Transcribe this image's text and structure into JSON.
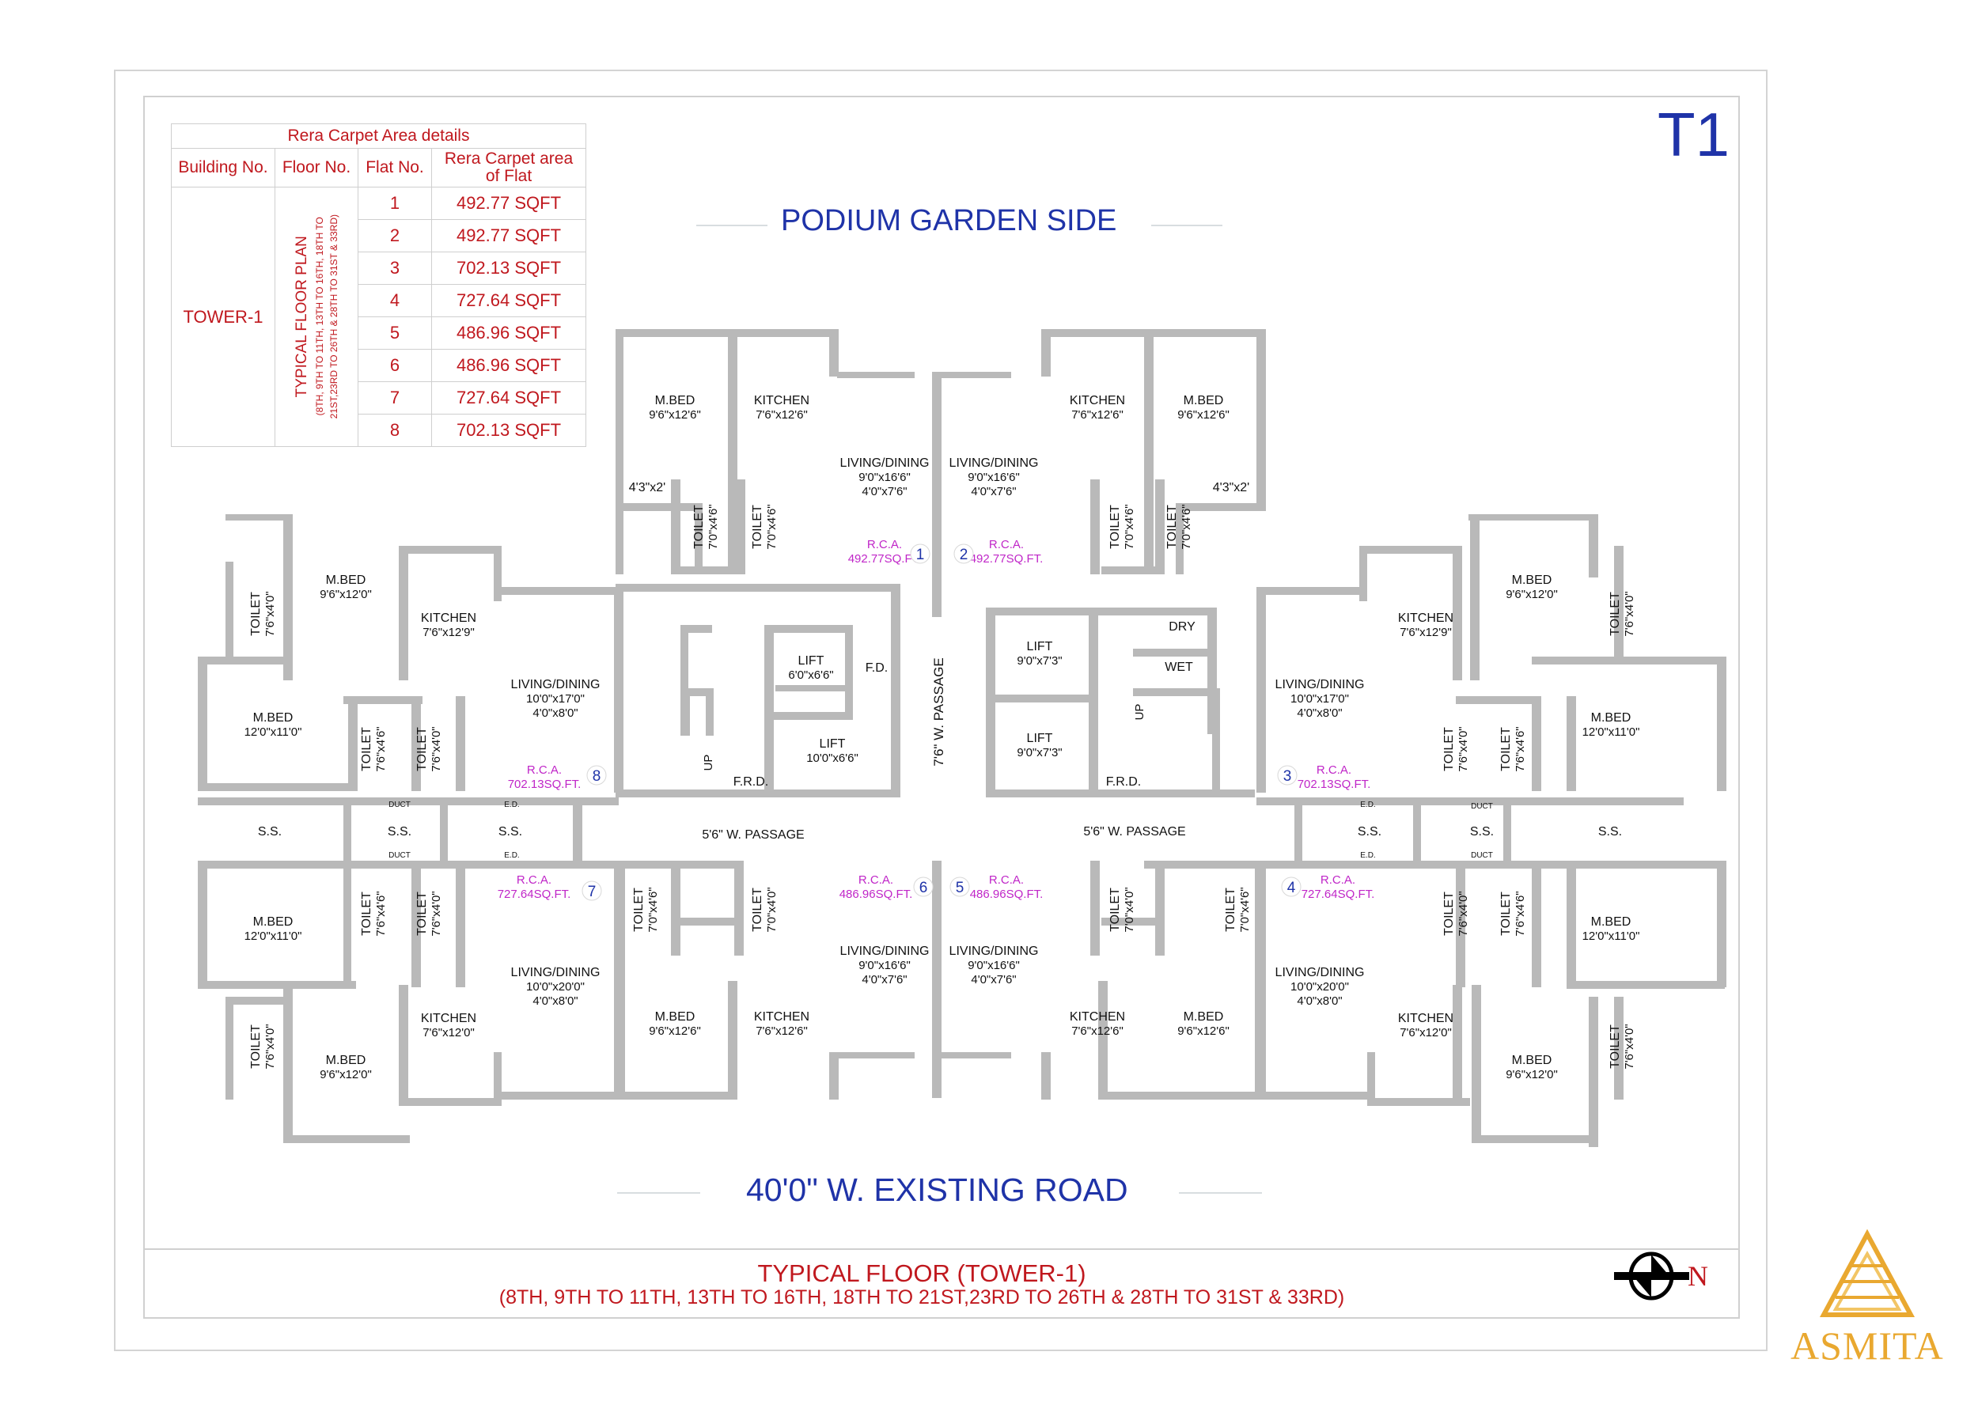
{
  "sheet_id": "T1",
  "top_label": "PODIUM GARDEN SIDE",
  "bottom_label": "40'0\" W. EXISTING ROAD",
  "table": {
    "caption": "Rera Carpet Area details",
    "headers": [
      "Building No.",
      "Floor No.",
      "Flat No.",
      "Rera Carpet area of Flat"
    ],
    "building": "TOWER-1",
    "floor_line1": "TYPICAL FLOOR PLAN",
    "floor_line2": "(8TH, 9TH TO 11TH, 13TH TO 16TH, 18TH TO",
    "floor_line3": "21ST,23RD TO 26TH & 28TH TO 31ST & 33RD)",
    "rows": [
      {
        "flat": "1",
        "area": "492.77 SQFT"
      },
      {
        "flat": "2",
        "area": "492.77 SQFT"
      },
      {
        "flat": "3",
        "area": "702.13 SQFT"
      },
      {
        "flat": "4",
        "area": "727.64 SQFT"
      },
      {
        "flat": "5",
        "area": "486.96 SQFT"
      },
      {
        "flat": "6",
        "area": "486.96 SQFT"
      },
      {
        "flat": "7",
        "area": "727.64 SQFT"
      },
      {
        "flat": "8",
        "area": "702.13 SQFT"
      }
    ]
  },
  "footer": {
    "title": "TYPICAL FLOOR (TOWER-1)",
    "subtitle": "(8TH, 9TH TO 11TH, 13TH TO 16TH, 18TH TO 21ST,23RD TO 26TH & 28TH TO 31ST & 33RD)"
  },
  "north_label": "N",
  "logo_text": "ASMITA",
  "colors": {
    "wall": "#b9b9b9",
    "blue_text": "#1f33a8",
    "red_text": "#c0181e",
    "rca_text": "#c026c8",
    "logo": "#e9a830"
  },
  "rooms": [
    {
      "id": "f1-mbed",
      "name": "M.BED",
      "dim": "9'6\"x12'6\""
    },
    {
      "id": "f1-kitchen",
      "name": "KITCHEN",
      "dim": "7'6\"x12'6\""
    },
    {
      "id": "f1-living",
      "name": "LIVING/DINING",
      "dim": "9'0\"x16'6\"",
      "dim2": "4'0\"x7'6\""
    },
    {
      "id": "f1-bal",
      "name": "4'3\"x2'"
    },
    {
      "id": "f2-kitchen",
      "name": "KITCHEN",
      "dim": "7'6\"x12'6\""
    },
    {
      "id": "f2-mbed",
      "name": "M.BED",
      "dim": "9'6\"x12'6\""
    },
    {
      "id": "f2-living",
      "name": "LIVING/DINING",
      "dim": "9'0\"x16'6\"",
      "dim2": "4'0\"x7'6\""
    },
    {
      "id": "f2-bal",
      "name": "4'3\"x2'"
    },
    {
      "id": "f8-mbed1",
      "name": "M.BED",
      "dim": "9'6\"x12'0\""
    },
    {
      "id": "f8-kitchen",
      "name": "KITCHEN",
      "dim": "7'6\"x12'9\""
    },
    {
      "id": "f8-living",
      "name": "LIVING/DINING",
      "dim": "10'0\"x17'0\"",
      "dim2": "4'0\"x8'0\""
    },
    {
      "id": "f8-mbed2",
      "name": "M.BED",
      "dim": "12'0\"x11'0\""
    },
    {
      "id": "f3-kitchen",
      "name": "KITCHEN",
      "dim": "7'6\"x12'9\""
    },
    {
      "id": "f3-mbed1",
      "name": "M.BED",
      "dim": "9'6\"x12'0\""
    },
    {
      "id": "f3-living",
      "name": "LIVING/DINING",
      "dim": "10'0\"x17'0\"",
      "dim2": "4'0\"x8'0\""
    },
    {
      "id": "f3-mbed2",
      "name": "M.BED",
      "dim": "12'0\"x11'0\""
    },
    {
      "id": "lift1",
      "name": "LIFT",
      "dim": "6'0\"x6'6\""
    },
    {
      "id": "fd",
      "name": "F.D."
    },
    {
      "id": "lift2",
      "name": "LIFT",
      "dim": "10'0\"x6'6\""
    },
    {
      "id": "lift3",
      "name": "LIFT",
      "dim": "9'0\"x7'3\""
    },
    {
      "id": "lift4",
      "name": "LIFT",
      "dim": "9'0\"x7'3\""
    },
    {
      "id": "dry",
      "name": "DRY"
    },
    {
      "id": "wet",
      "name": "WET"
    },
    {
      "id": "up1",
      "name": "UP"
    },
    {
      "id": "up2",
      "name": "UP"
    },
    {
      "id": "frd1",
      "name": "F.R.D."
    },
    {
      "id": "frd2",
      "name": "F.R.D."
    },
    {
      "id": "f7-mbed1",
      "name": "M.BED",
      "dim": "12'0\"x11'0\""
    },
    {
      "id": "f7-living",
      "name": "LIVING/DINING",
      "dim": "10'0\"x20'0\"",
      "dim2": "4'0\"x8'0\""
    },
    {
      "id": "f7-kitchen",
      "name": "KITCHEN",
      "dim": "7'6\"x12'0\""
    },
    {
      "id": "f7-mbed2",
      "name": "M.BED",
      "dim": "9'6\"x12'0\""
    },
    {
      "id": "f6-living",
      "name": "LIVING/DINING",
      "dim": "9'0\"x16'6\"",
      "dim2": "4'0\"x7'6\""
    },
    {
      "id": "f6-mbed",
      "name": "M.BED",
      "dim": "9'6\"x12'6\""
    },
    {
      "id": "f6-kitchen",
      "name": "KITCHEN",
      "dim": "7'6\"x12'6\""
    },
    {
      "id": "f5-living",
      "name": "LIVING/DINING",
      "dim": "9'0\"x16'6\"",
      "dim2": "4'0\"x7'6\""
    },
    {
      "id": "f5-kitchen",
      "name": "KITCHEN",
      "dim": "7'6\"x12'6\""
    },
    {
      "id": "f5-mbed",
      "name": "M.BED",
      "dim": "9'6\"x12'6\""
    },
    {
      "id": "f4-living",
      "name": "LIVING/DINING",
      "dim": "10'0\"x20'0\"",
      "dim2": "4'0\"x8'0\""
    },
    {
      "id": "f4-kitchen",
      "name": "KITCHEN",
      "dim": "7'6\"x12'0\""
    },
    {
      "id": "f4-mbed1",
      "name": "M.BED",
      "dim": "12'0\"x11'0\""
    },
    {
      "id": "f4-mbed2",
      "name": "M.BED",
      "dim": "9'6\"x12'0\""
    },
    {
      "id": "passage-l",
      "name": "5'6\" W. PASSAGE"
    },
    {
      "id": "passage-r",
      "name": "5'6\" W. PASSAGE"
    },
    {
      "id": "ss1",
      "name": "S.S."
    },
    {
      "id": "ss2",
      "name": "S.S."
    },
    {
      "id": "ss3",
      "name": "S.S."
    },
    {
      "id": "ss4",
      "name": "S.S."
    },
    {
      "id": "ss5",
      "name": "S.S."
    },
    {
      "id": "ss6",
      "name": "S.S."
    },
    {
      "id": "duct1",
      "name": "DUCT"
    },
    {
      "id": "duct2",
      "name": "DUCT"
    },
    {
      "id": "duct3",
      "name": "DUCT"
    },
    {
      "id": "duct4",
      "name": "DUCT"
    },
    {
      "id": "ed1",
      "name": "E.D."
    },
    {
      "id": "ed2",
      "name": "E.D."
    },
    {
      "id": "ed3",
      "name": "E.D."
    },
    {
      "id": "ed4",
      "name": "E.D."
    }
  ],
  "vertical_labels": [
    {
      "id": "toilet-f1a",
      "text": "TOILET",
      "dim": "7'0\"x4'6\""
    },
    {
      "id": "toilet-f1b",
      "text": "TOILET",
      "dim": "7'0\"x4'6\""
    },
    {
      "id": "toilet-f2a",
      "text": "TOILET",
      "dim": "7'0\"x4'6\""
    },
    {
      "id": "toilet-f2b",
      "text": "TOILET",
      "dim": "7'0\"x4'6\""
    },
    {
      "id": "toilet-f8a",
      "text": "TOILET",
      "dim": "7'6\"x4'0\""
    },
    {
      "id": "toilet-f8b",
      "text": "TOILET",
      "dim": "7'6\"x4'6\""
    },
    {
      "id": "toilet-f8c",
      "text": "TOILET",
      "dim": "7'6\"x4'0\""
    },
    {
      "id": "toilet-f3a",
      "text": "TOILET",
      "dim": "7'6\"x4'0\""
    },
    {
      "id": "toilet-f3b",
      "text": "TOILET",
      "dim": "7'6\"x4'0\""
    },
    {
      "id": "toilet-f3c",
      "text": "TOILET",
      "dim": "7'6\"x4'6\""
    },
    {
      "id": "toilet-f7a",
      "text": "TOILET",
      "dim": "7'6\"x4'6\""
    },
    {
      "id": "toilet-f7b",
      "text": "TOILET",
      "dim": "7'6\"x4'0\""
    },
    {
      "id": "toilet-f7c",
      "text": "TOILET",
      "dim": "7'6\"x4'0\""
    },
    {
      "id": "toilet-f6a",
      "text": "TOILET",
      "dim": "7'0\"x4'6\""
    },
    {
      "id": "toilet-f6b",
      "text": "TOILET",
      "dim": "7'0\"x4'0\""
    },
    {
      "id": "toilet-f5a",
      "text": "TOILET",
      "dim": "7'0\"x4'0\""
    },
    {
      "id": "toilet-f5b",
      "text": "TOILET",
      "dim": "7'0\"x4'6\""
    },
    {
      "id": "toilet-f4a",
      "text": "TOILET",
      "dim": "7'6\"x4'0\""
    },
    {
      "id": "toilet-f4b",
      "text": "TOILET",
      "dim": "7'6\"x4'6\""
    },
    {
      "id": "toilet-f4c",
      "text": "TOILET",
      "dim": "7'6\"x4'0\""
    },
    {
      "id": "passage-v",
      "text": "7'6\" W. PASSAGE"
    }
  ],
  "rca_tags": [
    {
      "id": "rca1",
      "label": "R.C.A.",
      "area": "492.77SQ.FT.",
      "flat": "1"
    },
    {
      "id": "rca2",
      "label": "R.C.A.",
      "area": "492.77SQ.FT.",
      "flat": "2"
    },
    {
      "id": "rca8",
      "label": "R.C.A.",
      "area": "702.13SQ.FT.",
      "flat": "8"
    },
    {
      "id": "rca3",
      "label": "R.C.A.",
      "area": "702.13SQ.FT.",
      "flat": "3"
    },
    {
      "id": "rca7",
      "label": "R.C.A.",
      "area": "727.64SQ.FT.",
      "flat": "7"
    },
    {
      "id": "rca6",
      "label": "R.C.A.",
      "area": "486.96SQ.FT.",
      "flat": "6"
    },
    {
      "id": "rca5",
      "label": "R.C.A.",
      "area": "486.96SQ.FT.",
      "flat": "5"
    },
    {
      "id": "rca4",
      "label": "R.C.A.",
      "area": "727.64SQ.FT.",
      "flat": "4"
    }
  ]
}
